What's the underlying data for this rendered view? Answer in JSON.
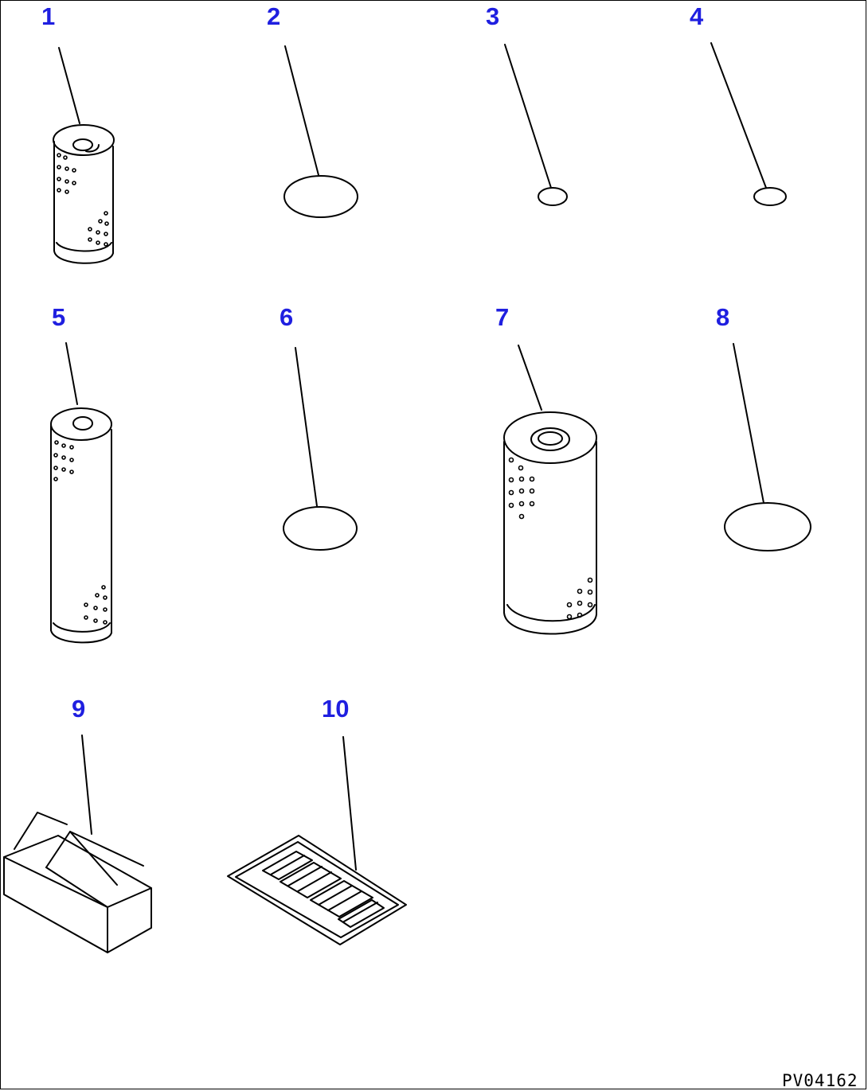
{
  "diagram": {
    "callout_color": "#1f1fe0",
    "line_color": "#000000",
    "drawing_code": "PV04162",
    "parts": [
      {
        "label": "1",
        "icon": "small-cylindrical-filter-icon"
      },
      {
        "label": "2",
        "icon": "large-o-ring-icon"
      },
      {
        "label": "3",
        "icon": "small-o-ring-icon"
      },
      {
        "label": "4",
        "icon": "small-o-ring-icon"
      },
      {
        "label": "5",
        "icon": "long-cylindrical-filter-icon"
      },
      {
        "label": "6",
        "icon": "large-o-ring-icon"
      },
      {
        "label": "7",
        "icon": "large-cylindrical-filter-icon"
      },
      {
        "label": "8",
        "icon": "large-o-ring-icon"
      },
      {
        "label": "9",
        "icon": "cardboard-box-icon"
      },
      {
        "label": "10",
        "icon": "label-sheet-icon"
      }
    ]
  }
}
